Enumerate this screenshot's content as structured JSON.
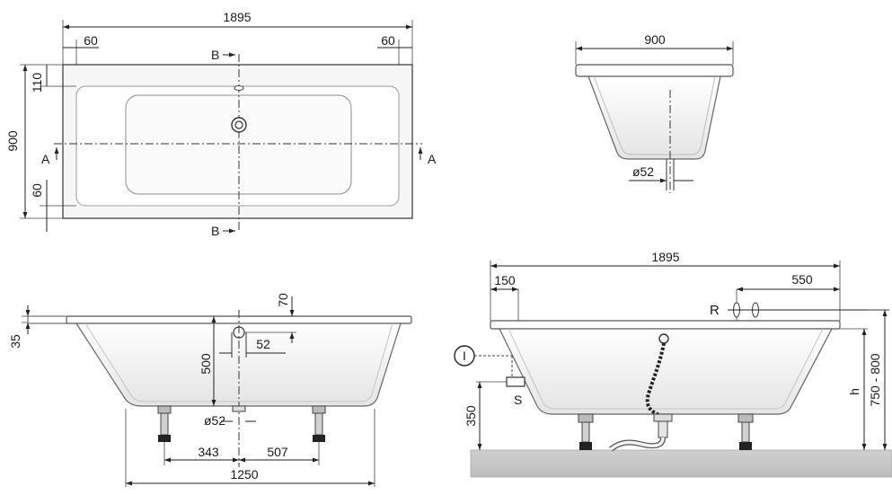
{
  "top_view": {
    "length": "1895",
    "left_rim": "60",
    "right_rim": "60",
    "width": "900",
    "top_offset": "110",
    "bottom_rim": "60",
    "section_b_top": "B",
    "section_b_bottom": "B",
    "section_a_left": "A",
    "section_a_right": "A"
  },
  "end_view": {
    "width": "900",
    "drain": "ø52"
  },
  "side_view": {
    "rim": "35",
    "overflow_offset": "70",
    "overflow_dia": "52",
    "depth": "500",
    "drain": "ø52",
    "left_foot": "343",
    "right_foot": "507",
    "bottom_length": "1250"
  },
  "install_view": {
    "length": "1895",
    "left_offset": "150",
    "right_offset": "550",
    "label_r": "R",
    "label_i": "I",
    "label_s": "S",
    "floor_height": "350",
    "h": "h",
    "height_range": "750 - 800"
  }
}
